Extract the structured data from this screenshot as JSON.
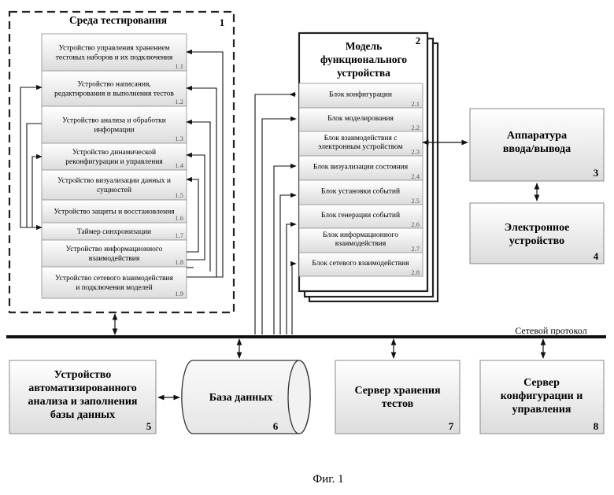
{
  "figure": {
    "caption": "Фиг. 1",
    "network_label": "Сетевой протокол"
  },
  "test_env": {
    "title": "Среда тестирования",
    "number": "1",
    "items": [
      {
        "lines": [
          "Устройство управления хранением",
          "тестовых наборов и их подключения"
        ],
        "num": "1.1"
      },
      {
        "lines": [
          "Устройство написания,",
          "редактирования и выполнения тестов"
        ],
        "num": "1.2"
      },
      {
        "lines": [
          "Устройство анализа и обработки",
          "информации"
        ],
        "num": "1.3"
      },
      {
        "lines": [
          "Устройство динамической",
          "реконфигурации и управления"
        ],
        "num": "1.4"
      },
      {
        "lines": [
          "Устройство визуализации данных и",
          "сущностей"
        ],
        "num": "1.5"
      },
      {
        "lines": [
          "Устройство защиты и восстановления"
        ],
        "num": "1.6"
      },
      {
        "lines": [
          "Таймер синхронизации"
        ],
        "num": "1.7"
      },
      {
        "lines": [
          "Устройство информационного",
          "взаимодействия"
        ],
        "num": "1.8"
      },
      {
        "lines": [
          "Устройство сетевого взаимодействия",
          "и подключения моделей"
        ],
        "num": "1.9"
      }
    ]
  },
  "model": {
    "title_lines": [
      "Модель",
      "функционального",
      "устройства"
    ],
    "number": "2",
    "items": [
      {
        "lines": [
          "Блок конфигурации"
        ],
        "num": "2.1"
      },
      {
        "lines": [
          "Блок моделирования"
        ],
        "num": "2.2"
      },
      {
        "lines": [
          "Блок взаимодействия с",
          "электронным устройством"
        ],
        "num": "2.3"
      },
      {
        "lines": [
          "Блок визуализации состояния"
        ],
        "num": "2.4"
      },
      {
        "lines": [
          "Блок установки событий"
        ],
        "num": "2.5"
      },
      {
        "lines": [
          "Блок генерации событий"
        ],
        "num": "2.6"
      },
      {
        "lines": [
          "Блок информационного",
          "взаимодействия"
        ],
        "num": "2.7"
      },
      {
        "lines": [
          "Блок сетевого взаимодействия"
        ],
        "num": "2.8"
      }
    ]
  },
  "io_hw": {
    "lines": [
      "Аппаратура",
      "ввода/вывода"
    ],
    "number": "3"
  },
  "device": {
    "lines": [
      "Электронное",
      "устройство"
    ],
    "number": "4"
  },
  "bottom": [
    {
      "key": "analysis",
      "lines": [
        "Устройство",
        "автоматизированного",
        "анализа и заполнения",
        "базы данных"
      ],
      "number": "5"
    },
    {
      "key": "db",
      "lines": [
        "База данных"
      ],
      "number": "6"
    },
    {
      "key": "storage",
      "lines": [
        "Сервер хранения",
        "тестов"
      ],
      "number": "7"
    },
    {
      "key": "config",
      "lines": [
        "Сервер",
        "конфигурации и",
        "управления"
      ],
      "number": "8"
    }
  ]
}
